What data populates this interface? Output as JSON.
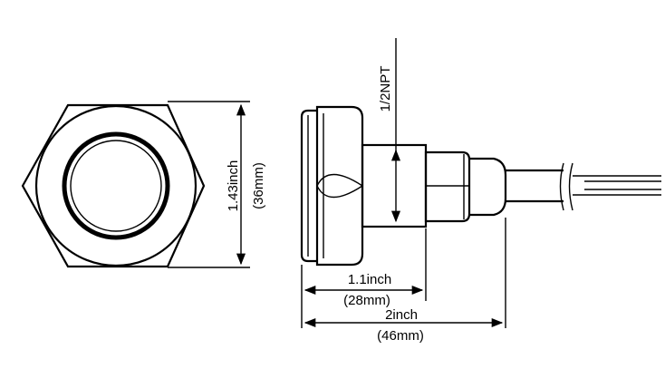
{
  "dimensions": {
    "hex_height_inch": "1.43inch",
    "hex_height_mm": "(36mm)",
    "thread": "1/2NPT",
    "flange_length_inch": "1.1inch",
    "flange_length_mm": "(28mm)",
    "total_length_inch": "2inch",
    "total_length_mm": "(46mm)"
  },
  "colors": {
    "line": "#000000",
    "background": "#ffffff"
  }
}
